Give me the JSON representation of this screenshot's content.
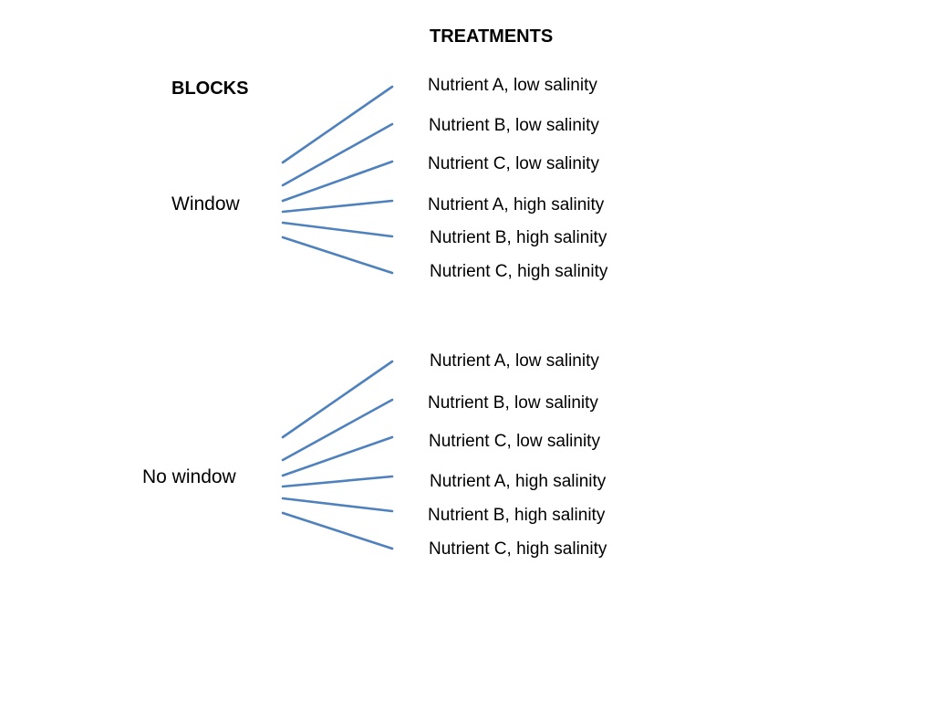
{
  "headings": {
    "treatments": "TREATMENTS",
    "blocks": "BLOCKS"
  },
  "blocks": [
    {
      "name": "Window",
      "treatments": [
        "Nutrient A, low salinity",
        "Nutrient B, low salinity",
        "Nutrient C, low salinity",
        "Nutrient A, high salinity",
        "Nutrient B, high salinity",
        "Nutrient C, high salinity"
      ]
    },
    {
      "name": "No window",
      "treatments": [
        "Nutrient A, low salinity",
        "Nutrient B, low salinity",
        "Nutrient C, low salinity",
        "Nutrient A, high salinity",
        "Nutrient B, high salinity",
        "Nutrient C, high salinity"
      ]
    }
  ],
  "colors": {
    "connector": "#4f81bd",
    "text": "#000000",
    "background": "#ffffff"
  }
}
